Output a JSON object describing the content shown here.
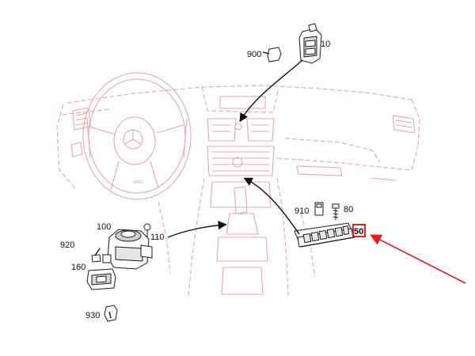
{
  "colors": {
    "vehicle_outline": "#e9a4ad",
    "part_ink": "#1a1a1a",
    "pointer_arrow": "#e02020",
    "highlight_box": "#e02020"
  },
  "callouts": {
    "c10": "10",
    "c900": "900",
    "c80": "80",
    "c910": "910",
    "c50": "50",
    "c100": "100",
    "c110": "110",
    "c920": "920",
    "c160": "160",
    "c930": "930"
  }
}
